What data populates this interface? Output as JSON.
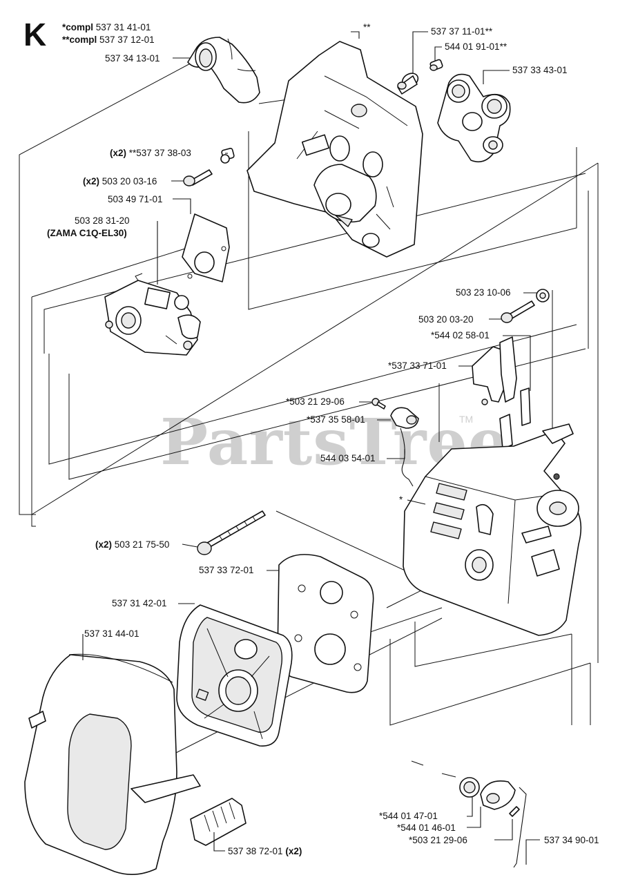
{
  "section_letter": "K",
  "kits": [
    {
      "marker": "*compl",
      "number": "537 31 41-01"
    },
    {
      "marker": "**compl",
      "number": "537 37 12-01"
    }
  ],
  "watermark": {
    "text": "PartsTree",
    "trademark": "TM"
  },
  "labels": {
    "p1": "537 34 13-01",
    "p2": "**",
    "p3": "537 37 11-01**",
    "p4": "544 01 91-01**",
    "p5": "537 33 43-01",
    "p6_qty": "(x2)",
    "p6": "**537 37 38-03",
    "p7_qty": "(x2)",
    "p7": "503 20 03-16",
    "p8": "503 49 71-01",
    "p9": "503 28 31-20",
    "p9_note": "(ZAMA C1Q-EL30)",
    "p10": "503 23 10-06",
    "p11": "503 20 03-20",
    "p12": "*544 02 58-01",
    "p13": "*537 33 71-01",
    "p14": "*503 21 29-06",
    "p15": "*537 35 58-01",
    "p16": "544 03 54-01",
    "p17": "*",
    "p18_qty": "(x2)",
    "p18": "503 21 75-50",
    "p19": "537 33 72-01",
    "p20": "537 31 42-01",
    "p21": "537 31 44-01",
    "p22": "537 38 72-01",
    "p22_qty": "(x2)",
    "p23": "*544 01 47-01",
    "p24": "*544 01 46-01",
    "p25": "*503 21 29-06",
    "p26": "537 34 90-01"
  }
}
